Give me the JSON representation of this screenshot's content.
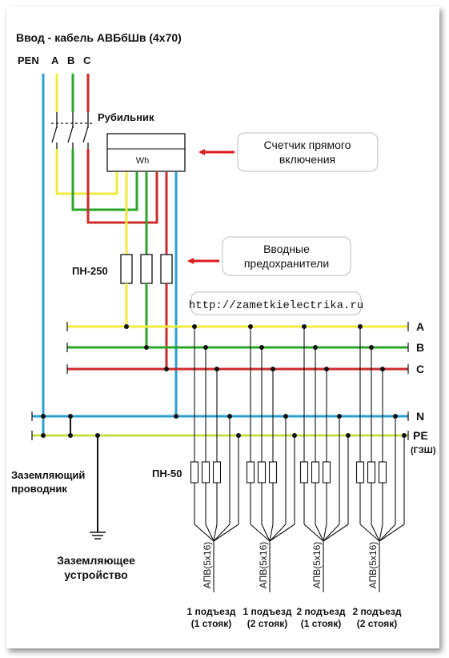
{
  "title": "Ввод - кабель АВБбШв (4х70)",
  "input_phases": {
    "pen": "PEN",
    "a": "A",
    "b": "B",
    "c": "C"
  },
  "switch_label": "Рубильник",
  "meter_symbol": "Wh",
  "callout_meter": {
    "line1": "Счетчик прямого",
    "line2": "включения"
  },
  "callout_fuses": {
    "line1": "Вводные",
    "line2": "предохранители"
  },
  "main_fuse_label": "ПН-250",
  "website": "http://zametkielectrika.ru",
  "bus_labels": {
    "a": "A",
    "b": "B",
    "c": "C",
    "n": "N",
    "pe": "PE",
    "gzsh": "(ГЗШ)"
  },
  "branch_fuse_label": "ПН-50",
  "grounding_conductor": {
    "line1": "Заземляющий",
    "line2": "проводник"
  },
  "grounding_device": {
    "line1": "Заземляющее",
    "line2": "устройство"
  },
  "cable_label": "АПВ(5х16)",
  "risers": [
    {
      "line1": "1 подъезд",
      "line2": "(1 стояк)"
    },
    {
      "line1": "1 подъезд",
      "line2": "(2 стояк)"
    },
    {
      "line1": "2 подъезд",
      "line2": "(1 стояк)"
    },
    {
      "line1": "2 подъезд",
      "line2": "(2 стояк)"
    }
  ],
  "colors": {
    "phase_a": "#f0eb3c",
    "phase_b": "#2aa52a",
    "phase_c": "#cc2b2b",
    "neutral": "#2a9fd0",
    "pe": "#c9dd48",
    "arrow": "#dd1c1c"
  }
}
